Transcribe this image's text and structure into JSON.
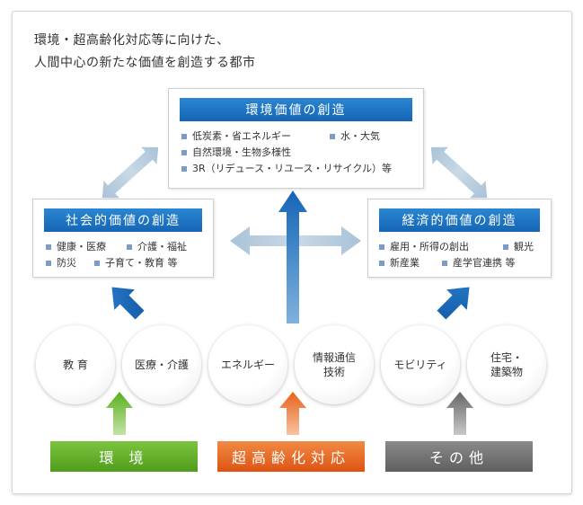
{
  "headline": {
    "line1": "環境・超高齢化対応等に向けた、",
    "line2": "人間中心の新たな価値を創造する都市"
  },
  "top_box": {
    "title": "環境価値の創造",
    "items": [
      "低炭素・省エネルギー",
      "水・大気",
      "自然環境・生物多様性",
      "3R（リデュース・リユース・リサイクル）等"
    ]
  },
  "left_box": {
    "title": "社会的価値の創造",
    "items": [
      "健康・医療",
      "介護・福祉",
      "防災",
      "子育て・教育 等"
    ]
  },
  "right_box": {
    "title": "経済的価値の創造",
    "items": [
      "雇用・所得の創出",
      "観光",
      "新産業",
      "産学官連携 等"
    ]
  },
  "circles": [
    {
      "line1": "教 育",
      "line2": ""
    },
    {
      "line1": "医療・介護",
      "line2": ""
    },
    {
      "line1": "エネルギー",
      "line2": ""
    },
    {
      "line1": "情報通信",
      "line2": "技術"
    },
    {
      "line1": "モビリティ",
      "line2": ""
    },
    {
      "line1": "住宅・",
      "line2": "建築物"
    }
  ],
  "drivers": [
    {
      "label": "環 境",
      "color": "#5aaa23"
    },
    {
      "label": "超高齢化対応",
      "color": "#e6621b"
    },
    {
      "label": "その他",
      "color": "#6e6e6e"
    }
  ],
  "colors": {
    "blue_title": "#1a6fbd",
    "blue_arrow": "#1c6fbe",
    "light_arrow": "#9bb8d0",
    "green_arrow": "#6cbf2a",
    "orange_arrow": "#ee7a2b",
    "gray_arrow": "#7a7a7a"
  }
}
